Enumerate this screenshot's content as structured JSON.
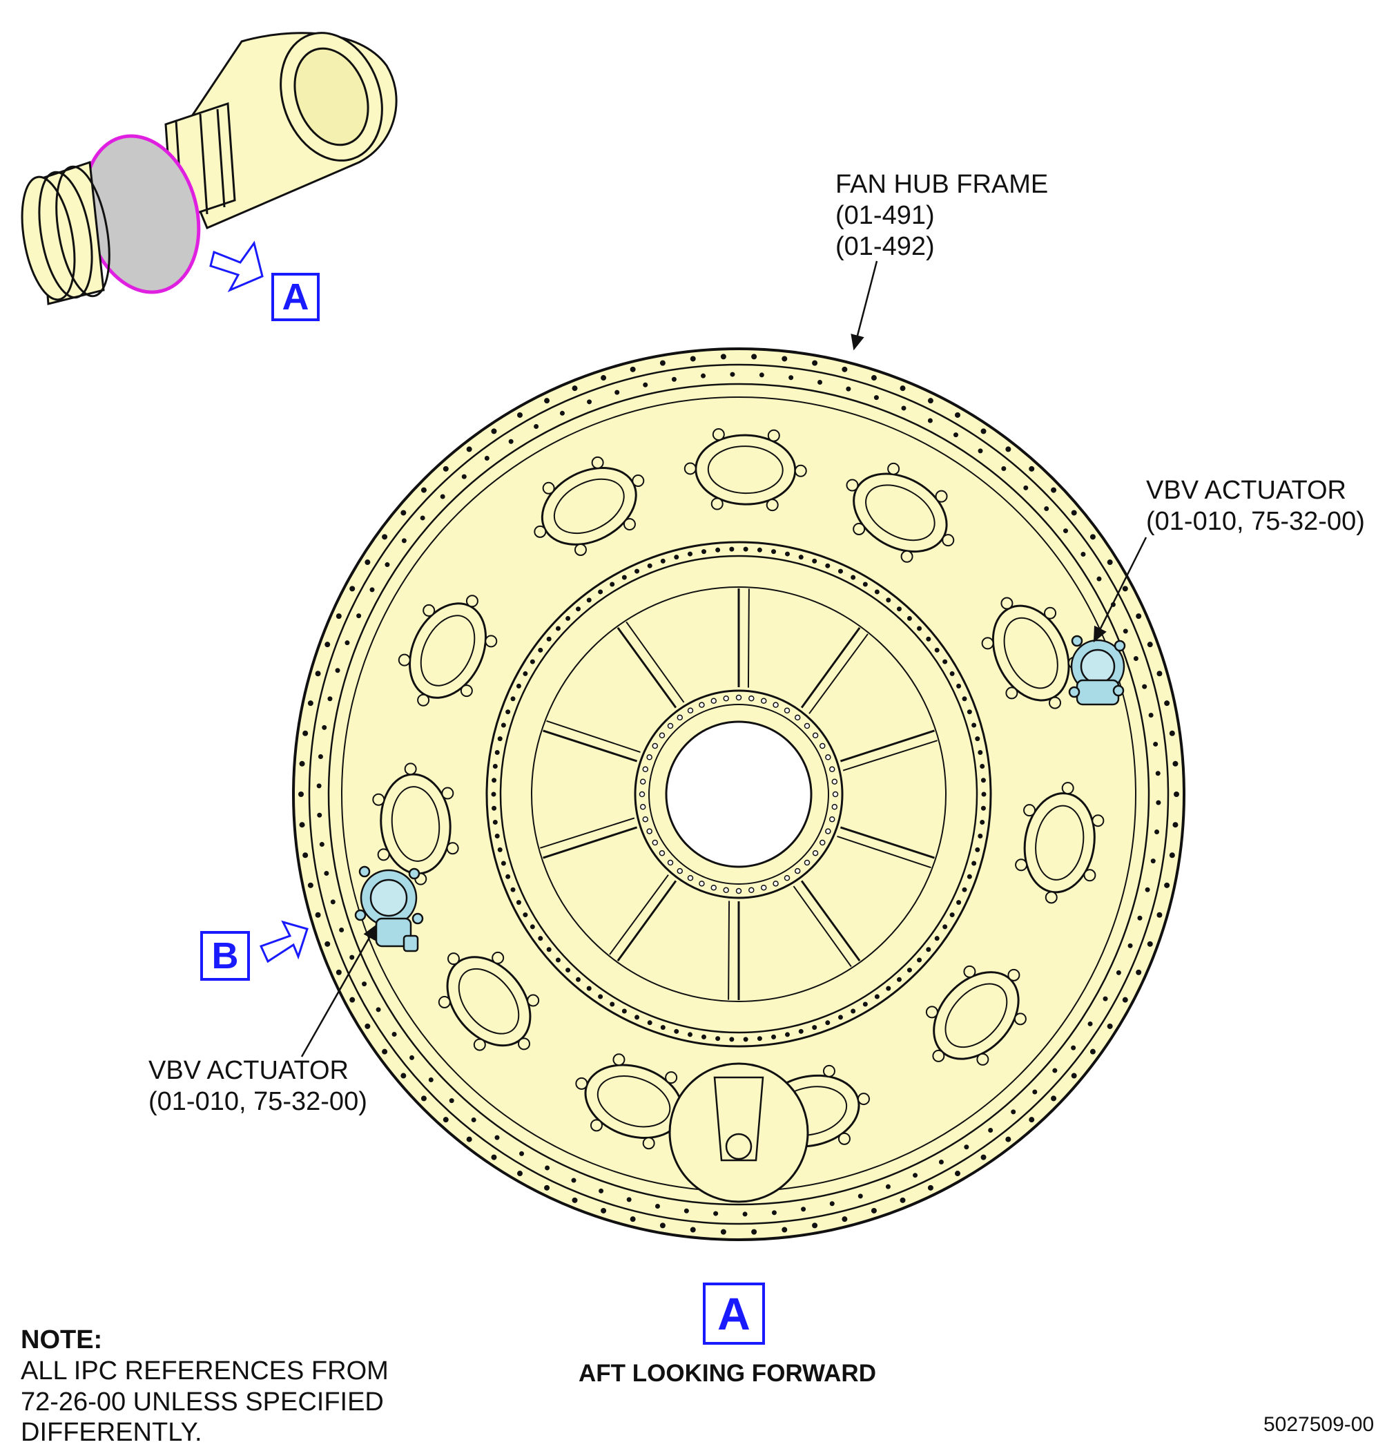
{
  "labels": {
    "fan_hub_frame": {
      "name": "FAN HUB FRAME",
      "ref1": "(01-491)",
      "ref2": "(01-492)"
    },
    "vbv_right": {
      "name": "VBV ACTUATOR",
      "ref": "(01-010, 75-32-00)"
    },
    "vbv_left": {
      "name": "VBV ACTUATOR",
      "ref": "(01-010, 75-32-00)"
    }
  },
  "callouts": {
    "a_small": "A",
    "b": "B",
    "a_view": "A"
  },
  "view_caption": "AFT LOOKING FORWARD",
  "note": {
    "heading": "NOTE:",
    "lines": [
      "ALL IPC REFERENCES FROM",
      "72-26-00 UNLESS SPECIFIED",
      "DIFFERENTLY."
    ]
  },
  "figure_number": "5027509-00",
  "colors": {
    "part_fill": "#fbf8c4",
    "outline": "#111111",
    "actuator": "#a9dbe6",
    "callout_blue": "#1a1aff",
    "highlight_magenta": "#e020e0",
    "flange_gray": "#c8c8c8"
  }
}
